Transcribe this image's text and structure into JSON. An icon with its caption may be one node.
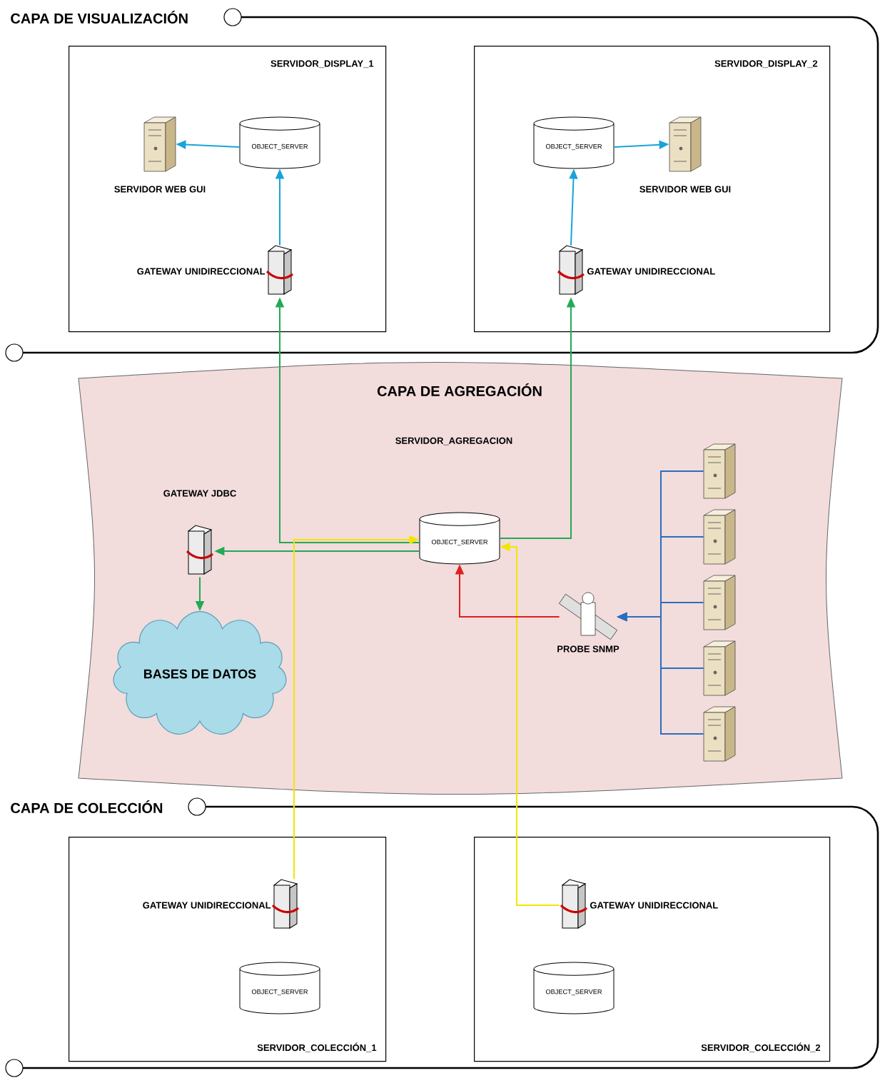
{
  "diagram": {
    "nodes": [
      {
        "text": [
          "CAPA DE VISUALIZACIÓN"
        ]
      },
      {
        "text": [
          "SERVIDOR_DISPLAY_1"
        ],
        "in": 0
      },
      {
        "text": [
          "OBJECT_SERVER"
        ],
        "in": 1
      },
      {
        "text": [
          "SERVIDOR WEB GUI"
        ],
        "in": 1
      },
      {
        "text": [
          "GATEWAY UNIDIRECCIONAL"
        ],
        "in": 1
      },
      {
        "text": [
          "SERVIDOR_DISPLAY_2"
        ],
        "in": 0
      },
      {
        "text": [
          "OBJECT_SERVER"
        ],
        "in": 5
      },
      {
        "text": [
          "SERVIDOR WEB GUI"
        ],
        "in": 5
      },
      {
        "text": [
          "GATEWAY UNIDIRECCIONAL"
        ],
        "in": 5
      },
      {
        "text": [
          "CAPA DE AGREGACIÓN",
          "SERVIDOR_AGREGACION"
        ]
      },
      {
        "text": [
          "GATEWAY JDBC"
        ],
        "in": 9
      },
      {
        "text": [
          "BASES DE DATOS"
        ],
        "in": 9
      },
      {
        "text": [
          "OBJECT_SERVER"
        ],
        "in": 9
      },
      {
        "text": [
          "PROBE SNMP"
        ],
        "in": 9
      },
      {
        "text": [],
        "shape": "picture",
        "in": 9
      },
      {
        "text": [],
        "shape": "picture",
        "in": 9
      },
      {
        "text": [],
        "shape": "picture",
        "in": 9
      },
      {
        "text": [],
        "shape": "picture",
        "in": 9
      },
      {
        "text": [],
        "shape": "picture",
        "in": 9
      },
      {
        "text": [
          "CAPA DE COLECCIÓN"
        ]
      },
      {
        "text": [
          "SERVIDOR_COLECCIÓN_1"
        ],
        "in": 19
      },
      {
        "text": [
          "GATEWAY UNIDIRECCIONAL"
        ],
        "in": 20
      },
      {
        "text": [
          "OBJECT_SERVER"
        ],
        "in": 20
      },
      {
        "text": [
          "SERVIDOR_COLECCIÓN_2"
        ],
        "in": 19
      },
      {
        "text": [
          "GATEWAY UNIDIRECCIONAL"
        ],
        "in": 23
      },
      {
        "text": [
          "OBJECT_SERVER"
        ],
        "in": 23
      }
    ],
    "edges": [
      {
        "from": 2,
        "to": 3,
        "arrow": "to"
      },
      {
        "from": 4,
        "to": 2,
        "arrow": "to"
      },
      {
        "from": 6,
        "to": 7,
        "arrow": "to"
      },
      {
        "from": 8,
        "to": 6,
        "arrow": "to"
      },
      {
        "from": 12,
        "to": 4,
        "arrow": "to",
        "color": "#22aa55"
      },
      {
        "from": 12,
        "to": 8,
        "arrow": "to",
        "color": "#22aa55"
      },
      {
        "from": 12,
        "to": 10,
        "arrow": "to",
        "color": "#22aa55"
      },
      {
        "from": 10,
        "to": 11,
        "arrow": "to",
        "color": "#22aa55"
      },
      {
        "from": 21,
        "to": 12,
        "arrow": "to",
        "color": "#f2e600"
      },
      {
        "from": 24,
        "to": 12,
        "arrow": "to",
        "color": "#f2e600"
      },
      {
        "from": 13,
        "to": 12,
        "arrow": "to",
        "color": "#e02020"
      },
      {
        "from": 14,
        "to": 13,
        "arrow": "to",
        "color": "#2a6fbd"
      },
      {
        "from": 15,
        "to": 13,
        "arrow": "to",
        "color": "#2a6fbd"
      },
      {
        "from": 16,
        "to": 13,
        "arrow": "to",
        "color": "#2a6fbd"
      },
      {
        "from": 17,
        "to": 13,
        "arrow": "to",
        "color": "#2a6fbd"
      },
      {
        "from": 18,
        "to": 13,
        "arrow": "to",
        "color": "#2a6fbd"
      }
    ]
  }
}
